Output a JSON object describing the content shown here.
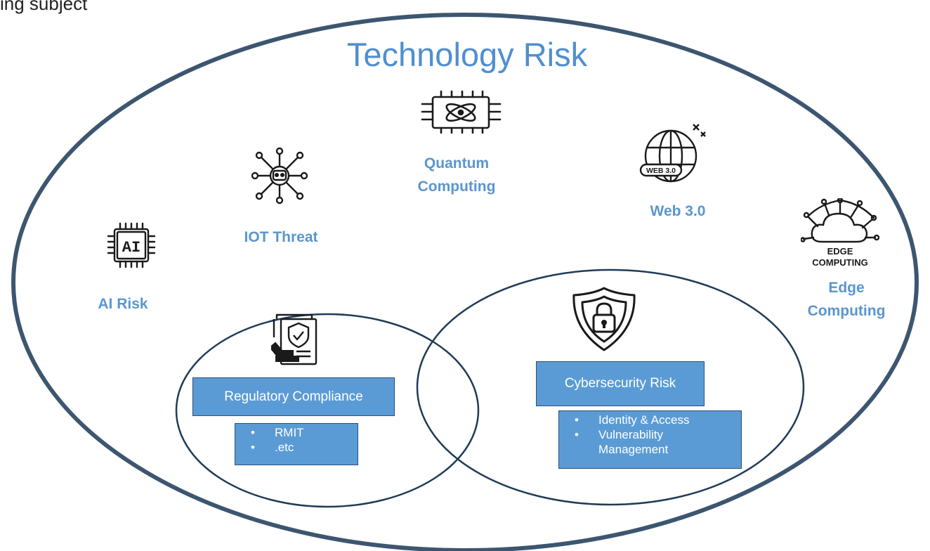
{
  "cut_top_text": "ing subject",
  "title": "Technology Risk",
  "topics": {
    "quantum": "Quantum Computing",
    "iot": "IOT Threat",
    "web3": "Web 3.0",
    "ai": "AI Risk",
    "edge": "Edge Computing"
  },
  "icon_texts": {
    "ai": "AI",
    "web": "WEB 3.0",
    "edge_line1": "EDGE",
    "edge_line2": "COMPUTING"
  },
  "regulatory": {
    "title": "Regulatory Compliance",
    "items": [
      "RMIT",
      ".etc"
    ]
  },
  "cyber": {
    "title": "Cybersecurity Risk",
    "items": [
      "Identity & Access",
      "Vulnerability Management"
    ]
  },
  "colors": {
    "outline": "#2f4a66",
    "accent_text": "#5a96cf",
    "box_fill": "#5b9bd5"
  }
}
